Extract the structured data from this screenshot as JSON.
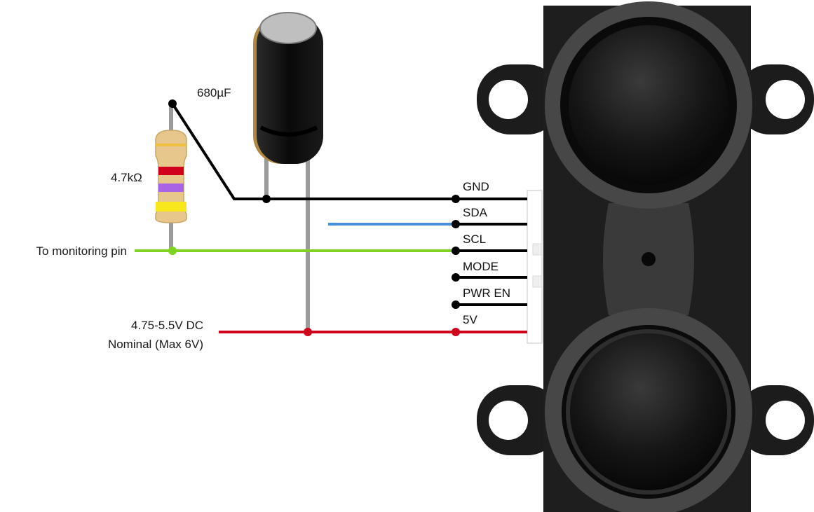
{
  "components": {
    "capacitor": {
      "value_label": "680µF"
    },
    "resistor": {
      "value_label": "4.7kΩ"
    }
  },
  "external_labels": {
    "monitoring": "To monitoring pin",
    "power_line1": "4.75-5.5V DC",
    "power_line2": "Nominal (Max 6V)"
  },
  "pins": [
    {
      "label": "GND",
      "wire_color": "#000000"
    },
    {
      "label": "SDA",
      "wire_color": "#4a90d9"
    },
    {
      "label": "SCL",
      "wire_color": "#7ed321"
    },
    {
      "label": "MODE",
      "wire_color": "#000000"
    },
    {
      "label": "PWR EN",
      "wire_color": "#000000"
    },
    {
      "label": "5V",
      "wire_color": "#d0021b"
    }
  ],
  "colors": {
    "ground": "#000000",
    "sda": "#4a90d9",
    "scl": "#7ed321",
    "power": "#d0021b",
    "lead": "#9b9b9b",
    "sensor_body": "#1c1c1c"
  }
}
